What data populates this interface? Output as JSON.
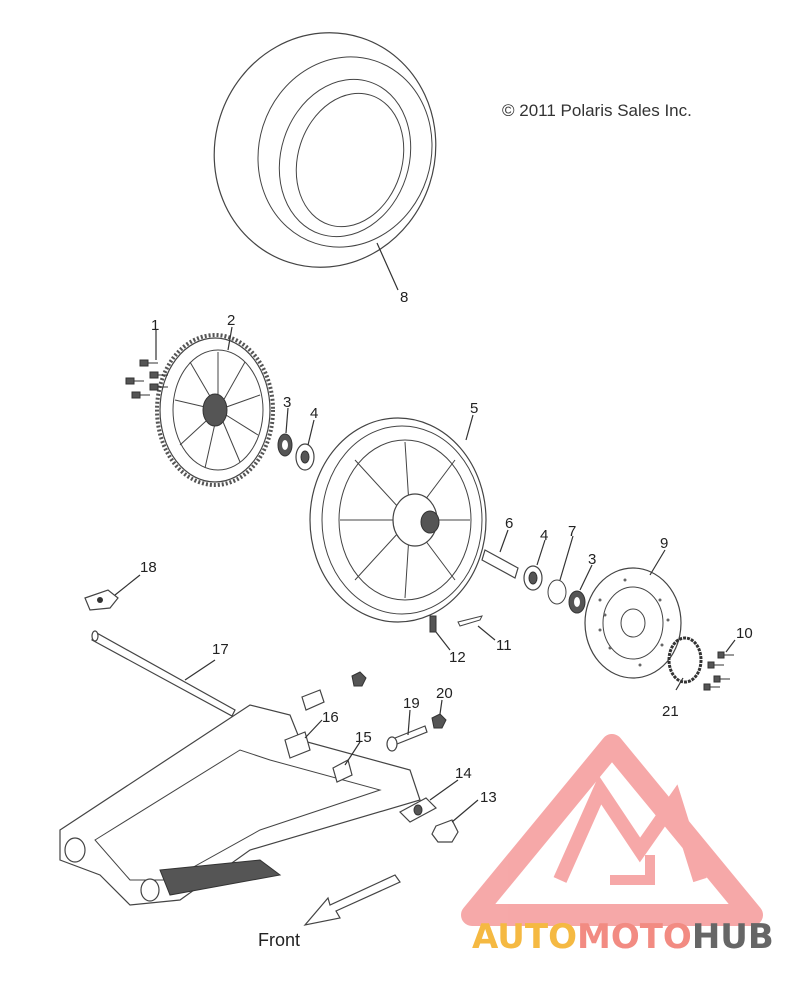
{
  "copyright": "© 2011 Polaris Sales Inc.",
  "direction_label": "Front",
  "watermark": {
    "part1": "AUTO",
    "part2": "MOTO",
    "part3": "HUB",
    "colors": {
      "auto": "#f5b942",
      "moto": "#f28b82",
      "hub": "#666666",
      "logo": "#f59a9a"
    }
  },
  "callouts": {
    "c1": "1",
    "c2": "2",
    "c3a": "3",
    "c3b": "3",
    "c4a": "4",
    "c4b": "4",
    "c5": "5",
    "c6": "6",
    "c7": "7",
    "c8": "8",
    "c9": "9",
    "c10": "10",
    "c11": "11",
    "c12": "12",
    "c13": "13",
    "c14": "14",
    "c15": "15",
    "c16": "16",
    "c17": "17",
    "c18": "18",
    "c19": "19",
    "c20": "20",
    "c21": "21"
  }
}
